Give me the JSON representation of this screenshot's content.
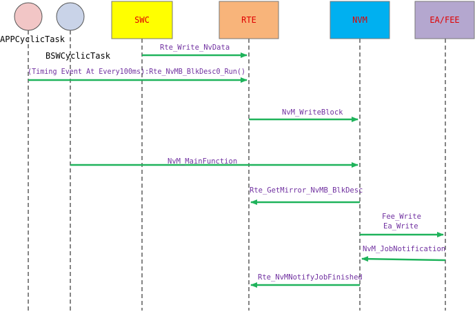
{
  "colors": {
    "message_arrow": "#1fb35b",
    "message_text": "#7030a0",
    "box_text": "#e00000",
    "lifeline": "#333333"
  },
  "actors": [
    {
      "label": "APPCyclicTask",
      "shape": "circle",
      "fill": "#f2c6c6"
    },
    {
      "label": "BSWCyclicTask",
      "shape": "circle",
      "fill": "#c9d3e8"
    }
  ],
  "boxes": [
    {
      "label": "SWC",
      "fill": "#ffff00"
    },
    {
      "label": "RTE",
      "fill": "#f8b47a"
    },
    {
      "label": "NVM",
      "fill": "#00b0f0"
    },
    {
      "label": "EA/FEE",
      "fill": "#b4a7cf"
    }
  ],
  "messages": [
    {
      "label": "Rte_Write_NvData"
    },
    {
      "label": "(Timing Event At Every100ms):Rte_NvMB_BlkDesc0_Run()"
    },
    {
      "label": "NvM_WriteBlock"
    },
    {
      "label": "NvM_MainFunction"
    },
    {
      "label": "Rte_GetMirror_NvMB_BlkDesc"
    },
    {
      "label": "Fee_Write",
      "label2": "Ea_Write"
    },
    {
      "label": "NvM_JobNotification"
    },
    {
      "label": "Rte_NvMNotifyJobFinished"
    }
  ]
}
